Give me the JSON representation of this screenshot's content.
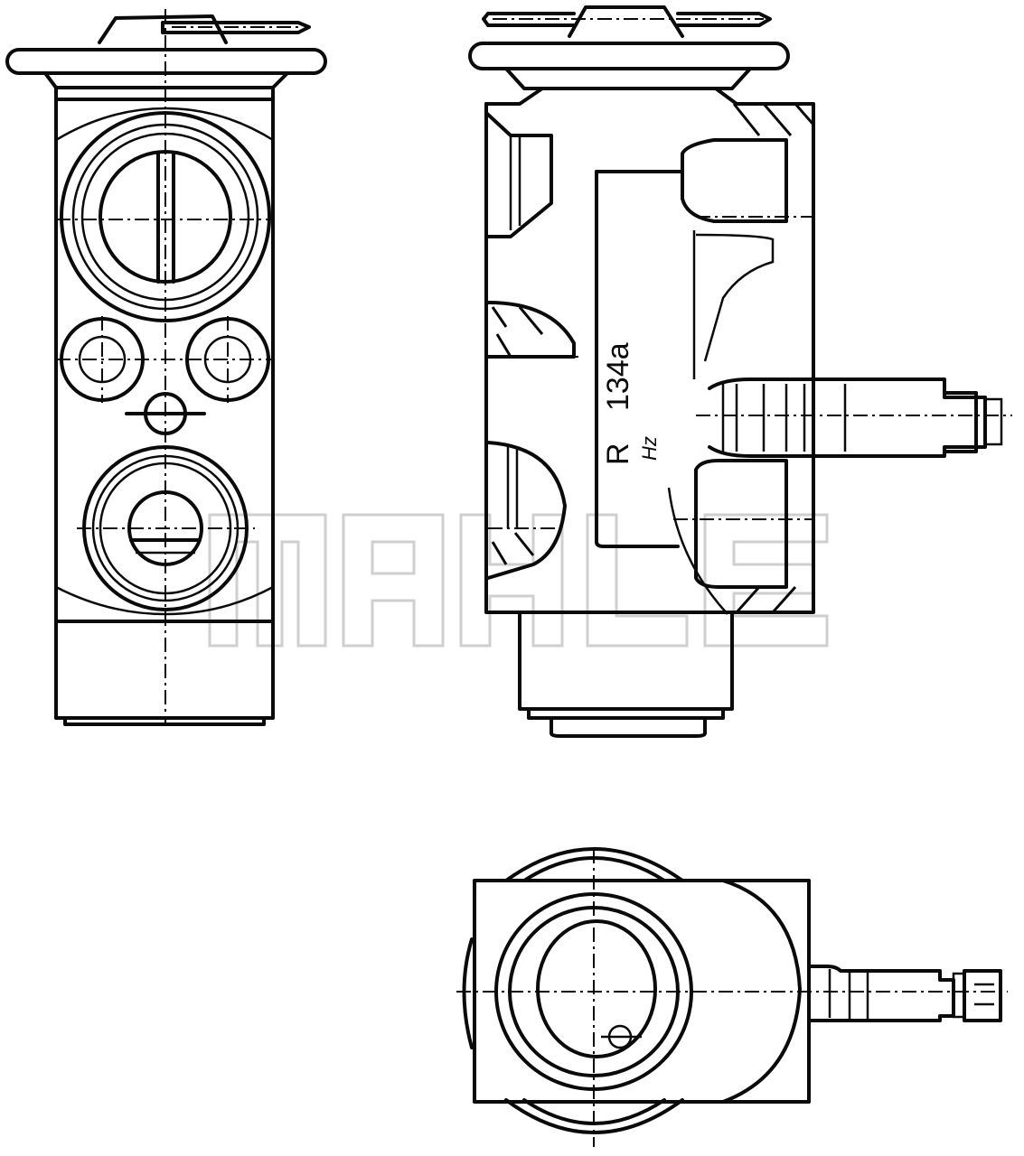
{
  "drawing": {
    "subject": "Expansion valve technical drawing",
    "views": [
      "front-view",
      "side-section-view",
      "top-view"
    ],
    "label_refrigerant": "R 134a",
    "label_refrigerant_prefix": "R",
    "label_refrigerant_code": "134a",
    "label_scribble": "Hz",
    "watermark": "MAHLE",
    "line_color": "#0a0a0a",
    "watermark_color": "#cfcfcf",
    "background": "#ffffff"
  }
}
